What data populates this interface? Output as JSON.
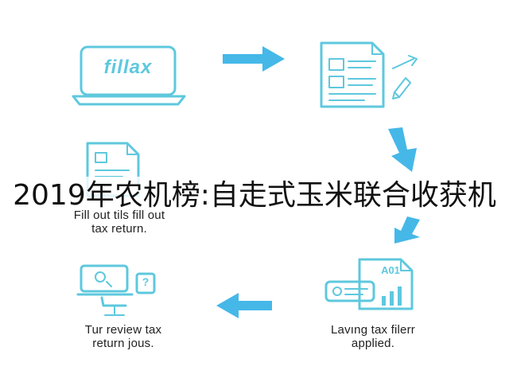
{
  "overlay": {
    "title": "2019年农机榜:自走式玉米联合收获机"
  },
  "steps": [
    {
      "logo_text": "fillax",
      "caption": ""
    },
    {
      "caption": ""
    },
    {
      "caption": "Lavıng tax filerr\napplied.",
      "badge": "A01"
    },
    {
      "caption": "Tur review tax\nreturn jous.",
      "badge": "?"
    },
    {
      "caption": "Fill out tils fill out\ntax return."
    }
  ],
  "colors": {
    "accent": "#5ec8de",
    "arrow": "#3fb3e6"
  },
  "icons": [
    "laptop-icon",
    "form-document-icon",
    "pencil-icon",
    "report-chart-icon",
    "desk-chair-icon",
    "document-icon",
    "arrow-icon"
  ]
}
